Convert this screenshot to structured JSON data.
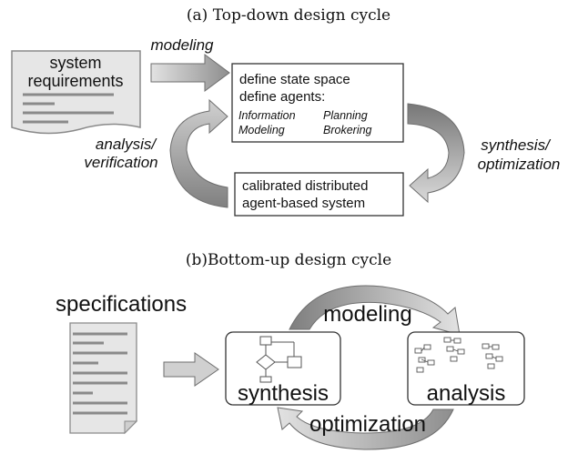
{
  "section_a": {
    "caption": "(a) Top-down design cycle",
    "document_label_1": "system",
    "document_label_2": "requirements",
    "arrow_modeling": "modeling",
    "box_line_1": "define state space",
    "box_line_2": "define agents:",
    "agent_1": "Information",
    "agent_2": "Planning",
    "agent_3": "Modeling",
    "agent_4": "Brokering",
    "left_label_1": "analysis/",
    "left_label_2": "verification",
    "right_label_1": "synthesis/",
    "right_label_2": "optimization",
    "bottom_box_1": "calibrated distributed",
    "bottom_box_2": "agent-based system"
  },
  "section_b": {
    "caption": "(b)Bottom-up design cycle",
    "specifications": "specifications",
    "top_arc": "modeling",
    "box_synthesis": "synthesis",
    "box_analysis": "analysis",
    "bottom_arc": "optimization"
  },
  "colors": {
    "doc_fill": "#e6e6e6",
    "doc_lines": "#8a8a8a",
    "arrow_dark": "#8c8c8c",
    "arrow_light": "#dadada",
    "arrow_stroke": "#6e6e6e",
    "box_stroke": "#333333"
  }
}
